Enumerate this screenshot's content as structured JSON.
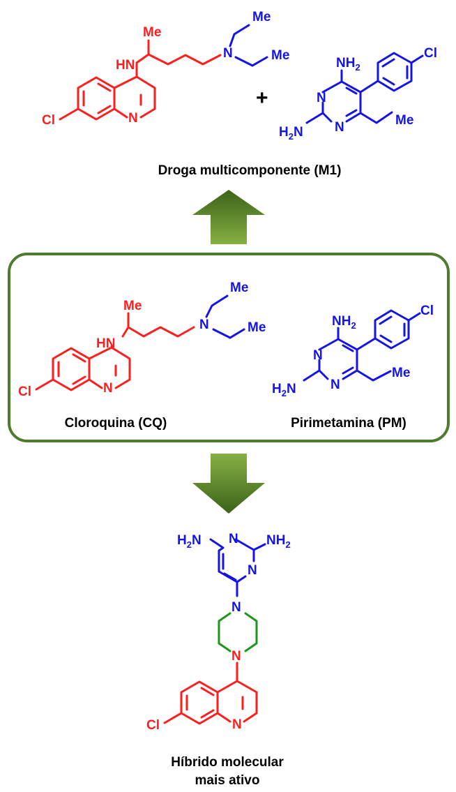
{
  "colors": {
    "cq": "#ff1e1e",
    "pm": "#1414e6",
    "linker": "#1e961e",
    "arrow_light": "#7aa43a",
    "arrow_dark": "#3b6318",
    "box_border": "#4e7b2d"
  },
  "top": {
    "plus": "+",
    "caption": "Droga multicomponente (M1)"
  },
  "box": {
    "cq_caption": "Cloroquina (CQ)",
    "pm_caption": "Pirimetamina (PM)"
  },
  "bottom": {
    "caption_line1": "Híbrido molecular",
    "caption_line2": "mais ativo"
  },
  "atoms": {
    "me": "Me",
    "hn": "HN",
    "n": "N",
    "cl": "Cl",
    "nh": "NH",
    "h2n_h": "H",
    "two": "2"
  },
  "icons": {
    "up_arrow": "up-arrow-icon",
    "down_arrow": "down-arrow-icon"
  }
}
